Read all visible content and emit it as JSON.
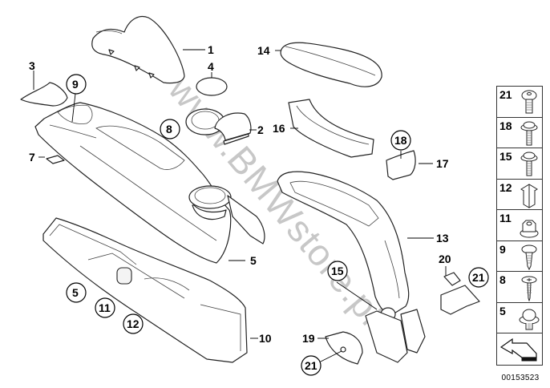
{
  "diagram": {
    "type": "exploded-parts-diagram",
    "subject": "Center console and armrest assembly",
    "diagram_number": "00153523",
    "watermark": "www.BMWstore.pl",
    "labels": [
      {
        "id": "1",
        "text": "1",
        "circled": false
      },
      {
        "id": "2",
        "text": "2",
        "circled": false
      },
      {
        "id": "3",
        "text": "3",
        "circled": false
      },
      {
        "id": "4",
        "text": "4",
        "circled": false
      },
      {
        "id": "5a",
        "text": "5",
        "circled": false
      },
      {
        "id": "5b",
        "text": "5",
        "circled": true
      },
      {
        "id": "7",
        "text": "7",
        "circled": false
      },
      {
        "id": "8",
        "text": "8",
        "circled": true
      },
      {
        "id": "9",
        "text": "9",
        "circled": true
      },
      {
        "id": "10",
        "text": "10",
        "circled": false
      },
      {
        "id": "11",
        "text": "11",
        "circled": true
      },
      {
        "id": "12",
        "text": "12",
        "circled": true
      },
      {
        "id": "13",
        "text": "13",
        "circled": false
      },
      {
        "id": "14",
        "text": "14",
        "circled": false
      },
      {
        "id": "15",
        "text": "15",
        "circled": true
      },
      {
        "id": "16",
        "text": "16",
        "circled": false
      },
      {
        "id": "17",
        "text": "17",
        "circled": false
      },
      {
        "id": "18",
        "text": "18",
        "circled": true
      },
      {
        "id": "19",
        "text": "19",
        "circled": false
      },
      {
        "id": "20",
        "text": "20",
        "circled": false
      },
      {
        "id": "21a",
        "text": "21",
        "circled": true
      },
      {
        "id": "21b",
        "text": "21",
        "circled": true
      }
    ]
  },
  "legend": {
    "items": [
      {
        "number": "21",
        "icon": "torx-pan-screw-icon"
      },
      {
        "number": "18",
        "icon": "torx-flange-screw-icon"
      },
      {
        "number": "15",
        "icon": "torx-flange-screw-icon"
      },
      {
        "number": "12",
        "icon": "square-clip-nut-icon"
      },
      {
        "number": "11",
        "icon": "flange-hex-nut-icon"
      },
      {
        "number": "9",
        "icon": "torx-tapping-screw-icon"
      },
      {
        "number": "8",
        "icon": "phillips-tapping-screw-icon"
      },
      {
        "number": "5",
        "icon": "expanding-rivet-icon"
      },
      {
        "number": "",
        "icon": "direction-arrow-icon"
      }
    ]
  }
}
